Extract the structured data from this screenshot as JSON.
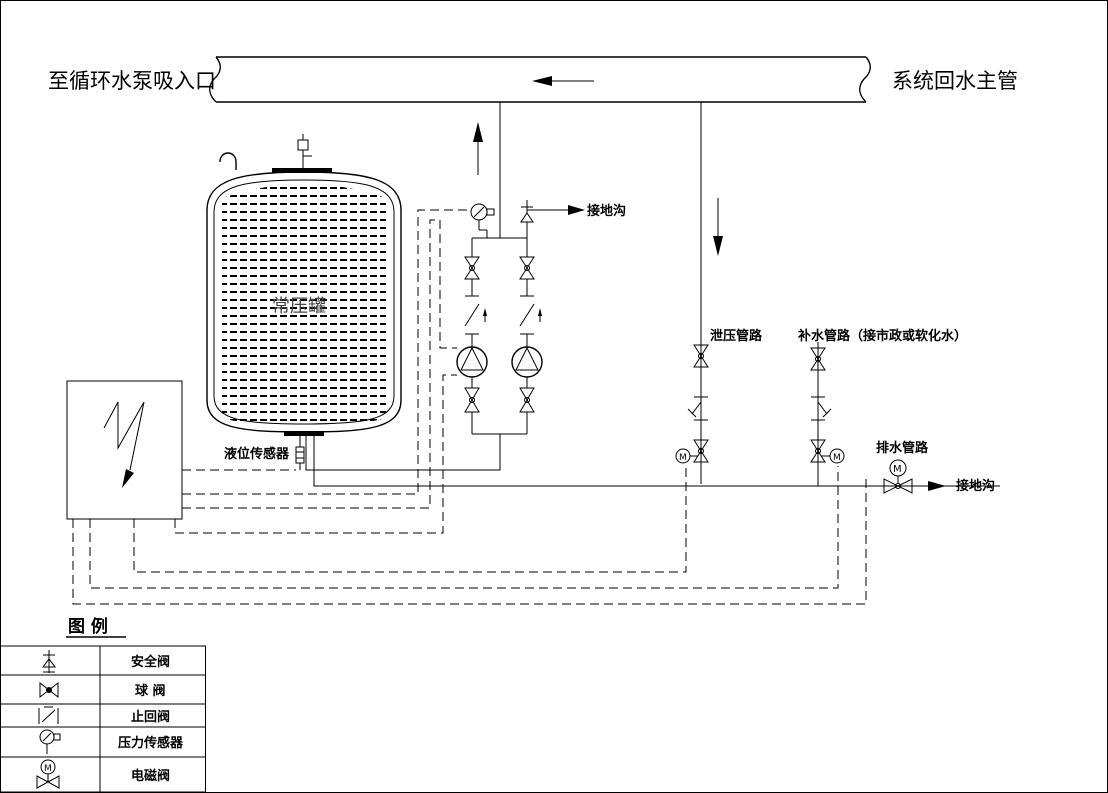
{
  "labels": {
    "to_pump_inlet": "至循环水泵吸入口",
    "system_return_main": "系统回水主管",
    "tank_name": "常压罐",
    "to_floor_drain_top": "接地沟",
    "relief_pipe": "泄压管路",
    "makeup_pipe": "补水管路（接市政或软化水）",
    "drain_pipe": "排水管路",
    "to_floor_drain_right": "接地沟",
    "level_sensor": "液位传感器",
    "motor_symbol": "M"
  },
  "legend": {
    "title": "图  例",
    "rows": [
      {
        "icon": "safety-valve-icon",
        "label": "安全阀"
      },
      {
        "icon": "ball-valve-icon",
        "label": "球 阀"
      },
      {
        "icon": "check-valve-icon",
        "label": "止回阀"
      },
      {
        "icon": "pressure-sensor-icon",
        "label": "压力传感器"
      },
      {
        "icon": "solenoid-valve-icon",
        "label": "电磁阀"
      }
    ]
  }
}
